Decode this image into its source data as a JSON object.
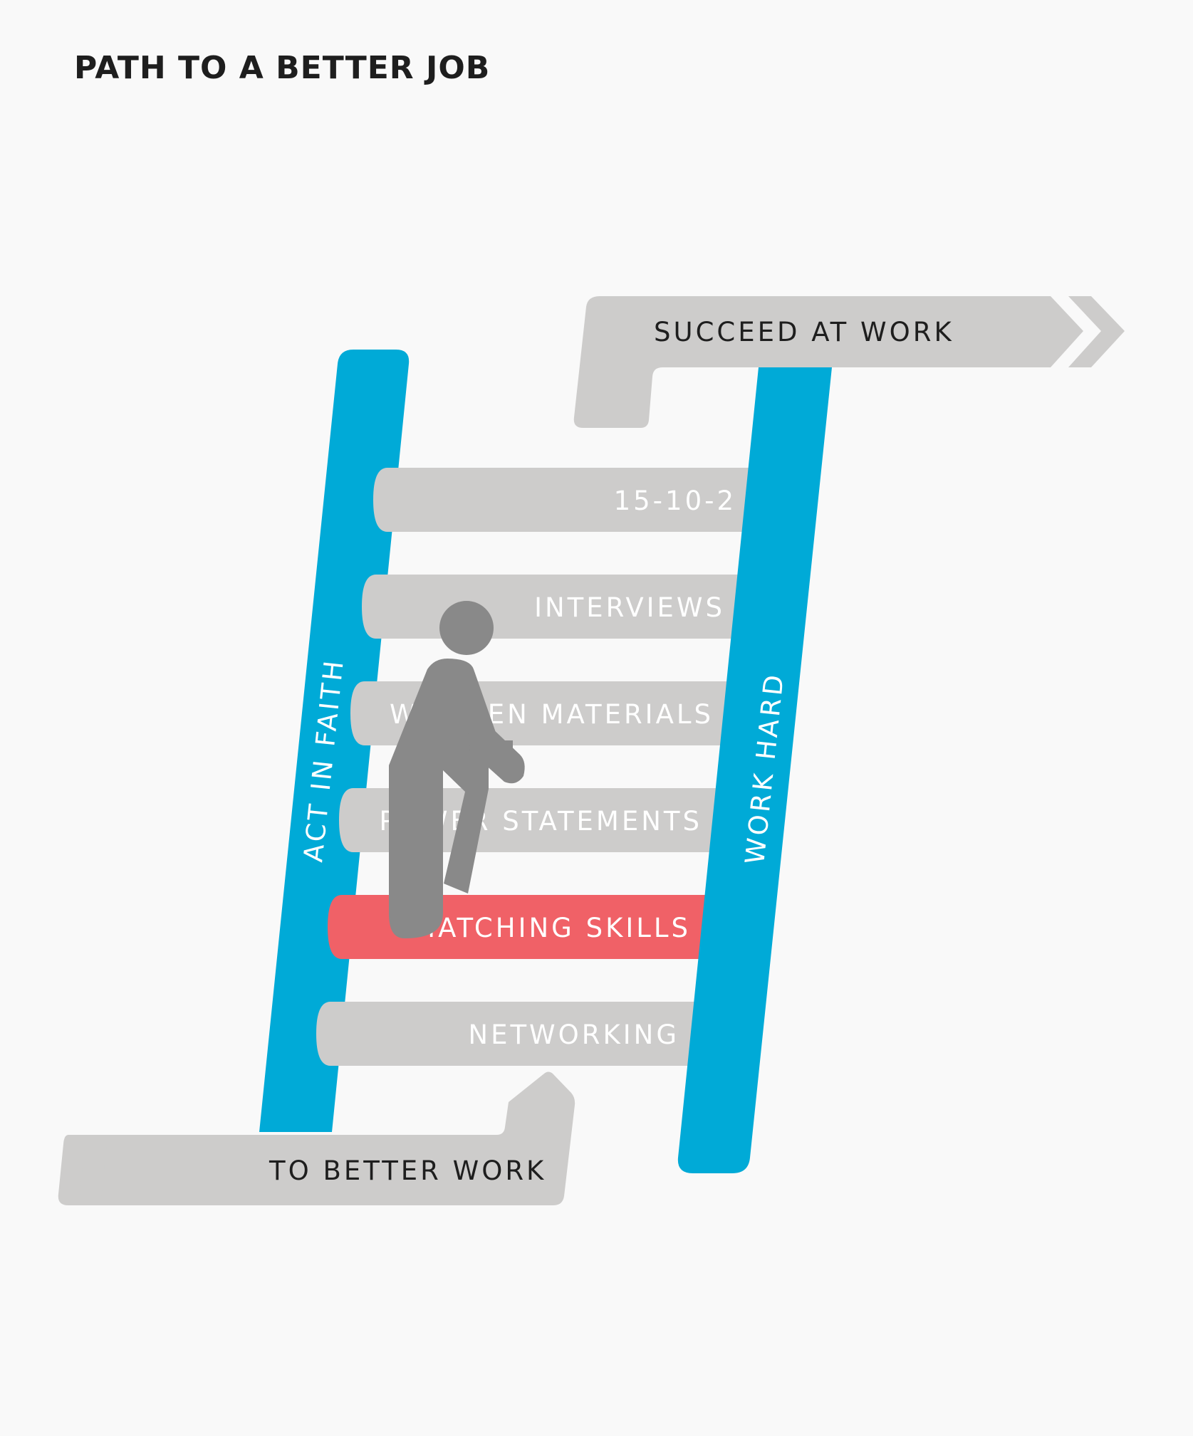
{
  "title": "PATH TO A BETTER JOB",
  "top_arrow": {
    "label": "SUCCEED AT WORK"
  },
  "bottom_arrow": {
    "label": "TO BETTER WORK"
  },
  "left_rail": {
    "label": "ACT IN FAITH"
  },
  "right_rail": {
    "label": "WORK HARD"
  },
  "rungs": [
    {
      "label": "15-10-2",
      "highlighted": false
    },
    {
      "label": "INTERVIEWS",
      "highlighted": false
    },
    {
      "label": "WRITTEN MATERIALS",
      "highlighted": false
    },
    {
      "label": "POWER STATEMENTS",
      "highlighted": false
    },
    {
      "label": "MATCHING SKILLS",
      "highlighted": true
    },
    {
      "label": "NETWORKING",
      "highlighted": false
    }
  ],
  "colors": {
    "background": "#f9f9f9",
    "rail": "#00aad7",
    "rung": "#cdcccb",
    "highlight": "#f06167",
    "figure": "#898989",
    "arrow": "#cdcccb",
    "dark_text": "#1e1e1e",
    "light_text": "#ffffff"
  },
  "icons": {
    "figure": "climbing-person-icon",
    "top_arrow_head": "chevron-right-icon"
  }
}
